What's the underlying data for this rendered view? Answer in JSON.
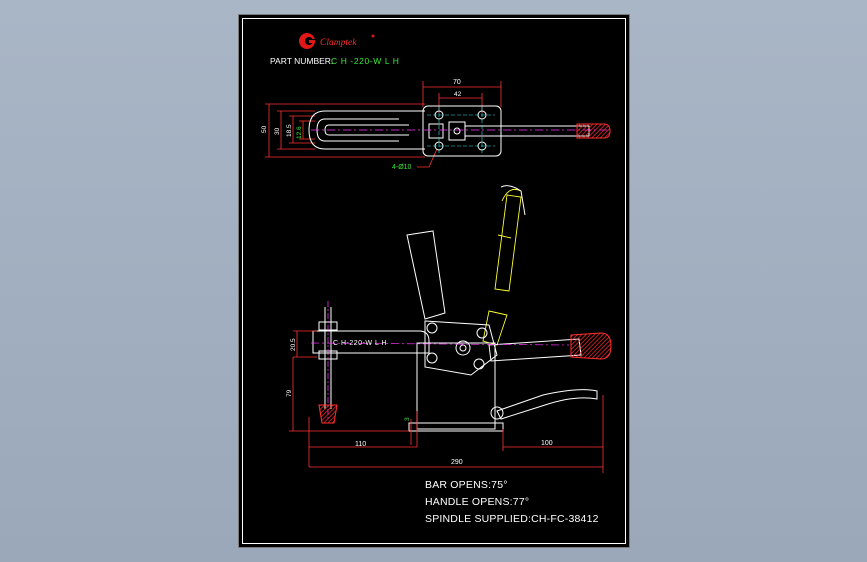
{
  "logo": {
    "text": "Clamptek",
    "color": "#e01818"
  },
  "part_number": {
    "label": "PART NUMBER:",
    "value": "C H -220-W L H"
  },
  "top_view_dims": {
    "overall_width": "70",
    "hole_spacing": "42",
    "height_outer": "50",
    "height_mid": "30",
    "height_inner": "18.5",
    "slot_width": "12.6",
    "holes": "4-Ø10"
  },
  "side_view_dims": {
    "top_height": "20.5",
    "spindle_height": "79",
    "gap": "3",
    "left_length": "110",
    "right_length": "100",
    "overall_length": "290",
    "arm_label": "C H-220-W L H"
  },
  "notes": {
    "bar_opens": "BAR OPENS:75°",
    "handle_opens": "HANDLE OPENS:77°",
    "spindle": "SPINDLE SUPPLIED:CH-FC-38412"
  },
  "colors": {
    "outline": "#ffffff",
    "dimension": "#ff3030",
    "text_green": "#38e838",
    "hidden": "#ffff30",
    "center": "#ff30ff",
    "handle": "#ff3030"
  }
}
